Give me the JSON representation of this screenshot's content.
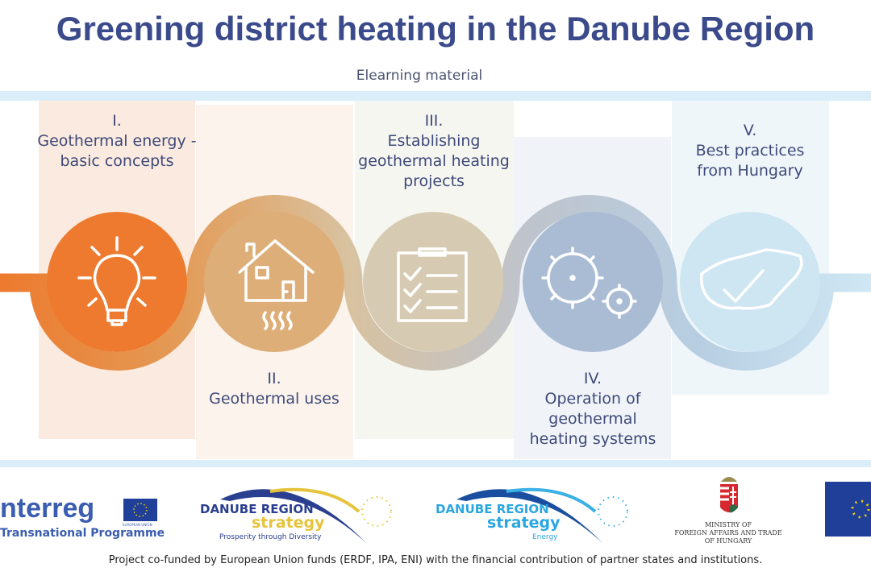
{
  "header": {
    "title": "Greening district heating in the Danube Region",
    "subtitle": "Elearning material"
  },
  "modules": [
    {
      "numeral": "I.",
      "label": "Geothermal energy - basic concepts",
      "icon": "lightbulb-icon",
      "color": "#ED7A2E"
    },
    {
      "numeral": "II.",
      "label": "Geothermal uses",
      "icon": "house-heating-icon",
      "color": "#DDAE78"
    },
    {
      "numeral": "III.",
      "label": "Establishing geothermal heating projects",
      "icon": "checklist-icon",
      "color": "#D6CBB2"
    },
    {
      "numeral": "IV.",
      "label": "Operation of geothermal heating systems",
      "icon": "gears-icon",
      "color": "#A9BCD4"
    },
    {
      "numeral": "V.",
      "label": "Best practices from Hungary",
      "icon": "hungary-map-check-icon",
      "color": "#CDE6F2"
    }
  ],
  "logos": {
    "interreg": {
      "name": "nterreg",
      "sub": "Transnational Programme",
      "eu": "EUROPEAN UNION"
    },
    "danube1": {
      "line1": "DANUBE REGION",
      "line2": "strategy",
      "line3": "Prosperity through Diversity"
    },
    "danube2": {
      "line1": "DANUBE REGION",
      "line2": "strategy",
      "line3": "Energy"
    },
    "ministry": {
      "line1": "MINISTRY OF",
      "line2": "FOREIGN AFFAIRS AND TRADE",
      "line3": "OF HUNGARY"
    }
  },
  "footer": {
    "note": "Project co-funded by European Union funds (ERDF, IPA, ENI) with the financial contribution of partner states and institutions."
  }
}
